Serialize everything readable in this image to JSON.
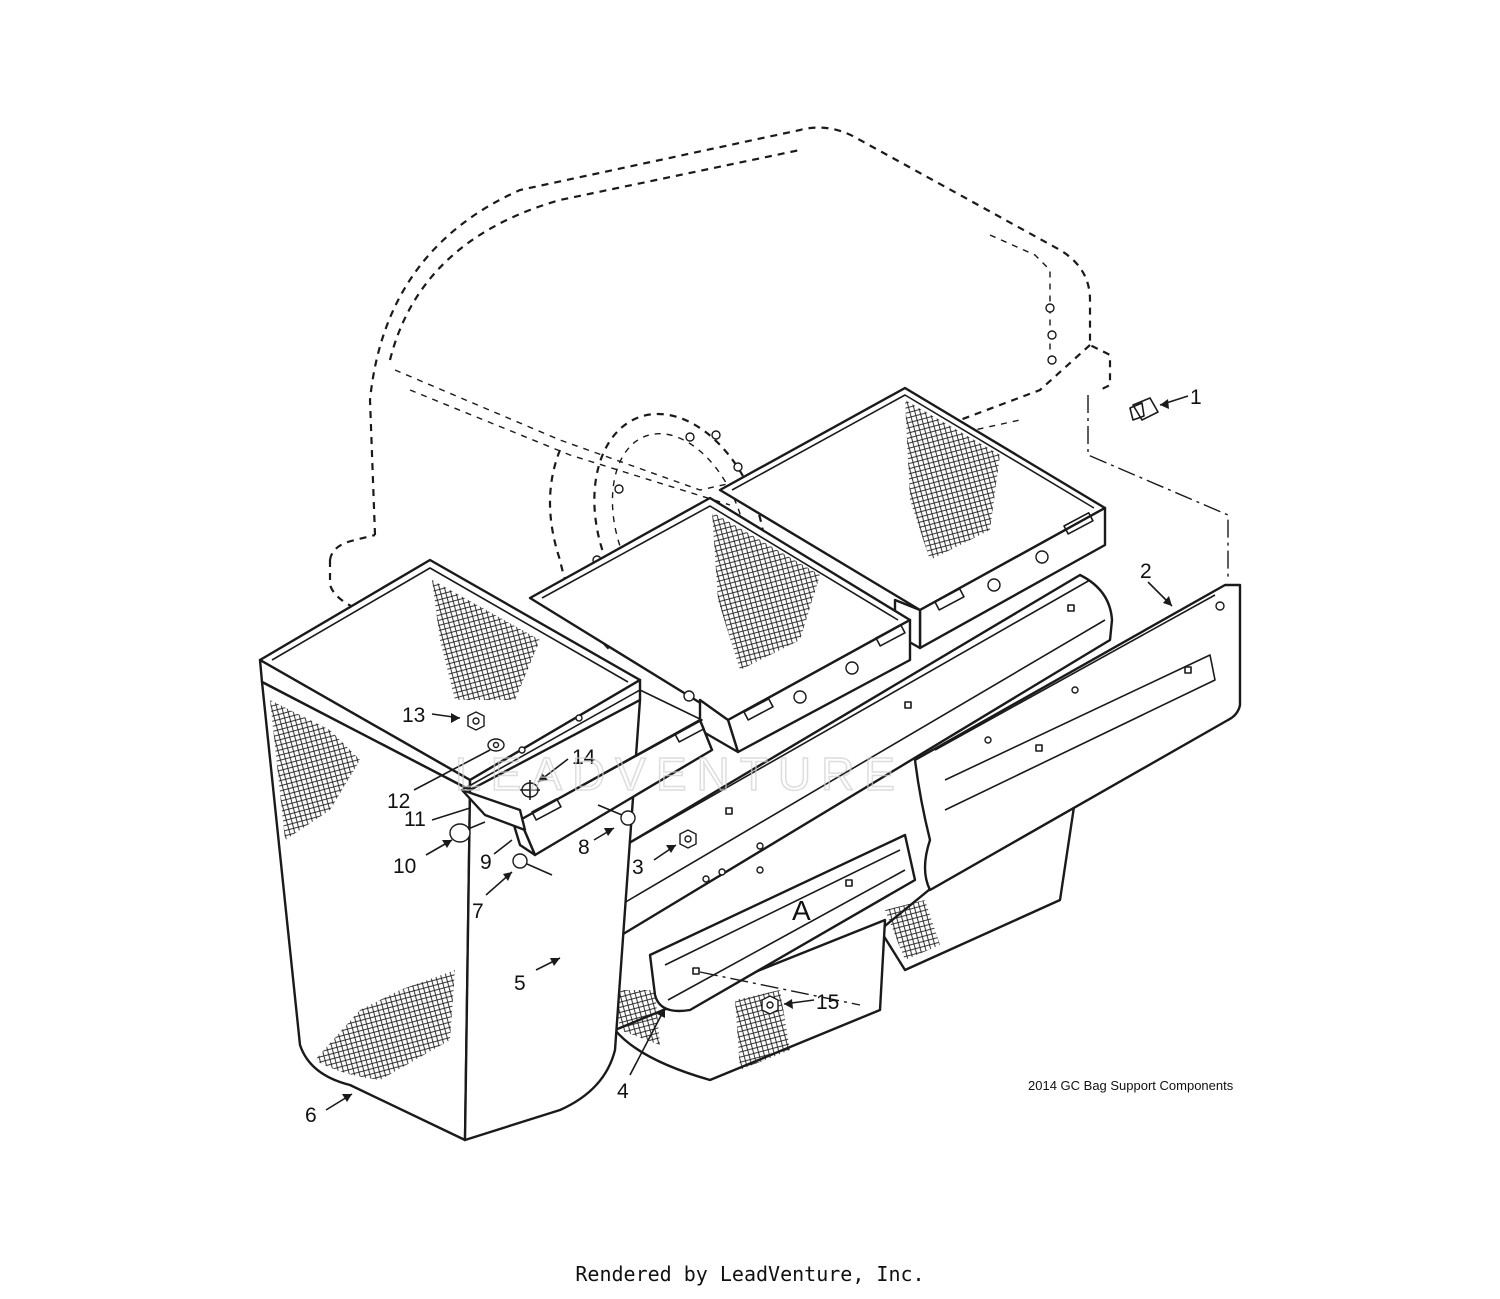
{
  "diagram": {
    "callouts": [
      "1",
      "2",
      "3",
      "4",
      "5",
      "6",
      "7",
      "8",
      "9",
      "10",
      "11",
      "12",
      "13",
      "14",
      "15"
    ],
    "detail_label": "A",
    "caption": "2014 GC Bag Support Components"
  },
  "watermark": {
    "text": "LEADVENTURE"
  },
  "footer": {
    "text": "Rendered by LeadVenture, Inc."
  }
}
